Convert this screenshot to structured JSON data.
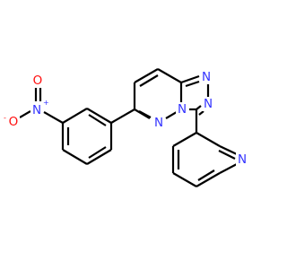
{
  "colors": {
    "bond": "#000000",
    "nitrogen": "#3333ff",
    "oxygen": "#ff0d0d",
    "background": "#ffffff"
  },
  "atom_labels": {
    "nitro_n": "N",
    "nitro_n_charge": "+",
    "nitro_o_top": "O",
    "nitro_o_left": "O",
    "nitro_o_left_charge": "-",
    "triazole_n1": "N",
    "triazole_n2": "N",
    "bridge_n": "N",
    "pyridazine_n": "N",
    "pyridine_n": "N"
  }
}
